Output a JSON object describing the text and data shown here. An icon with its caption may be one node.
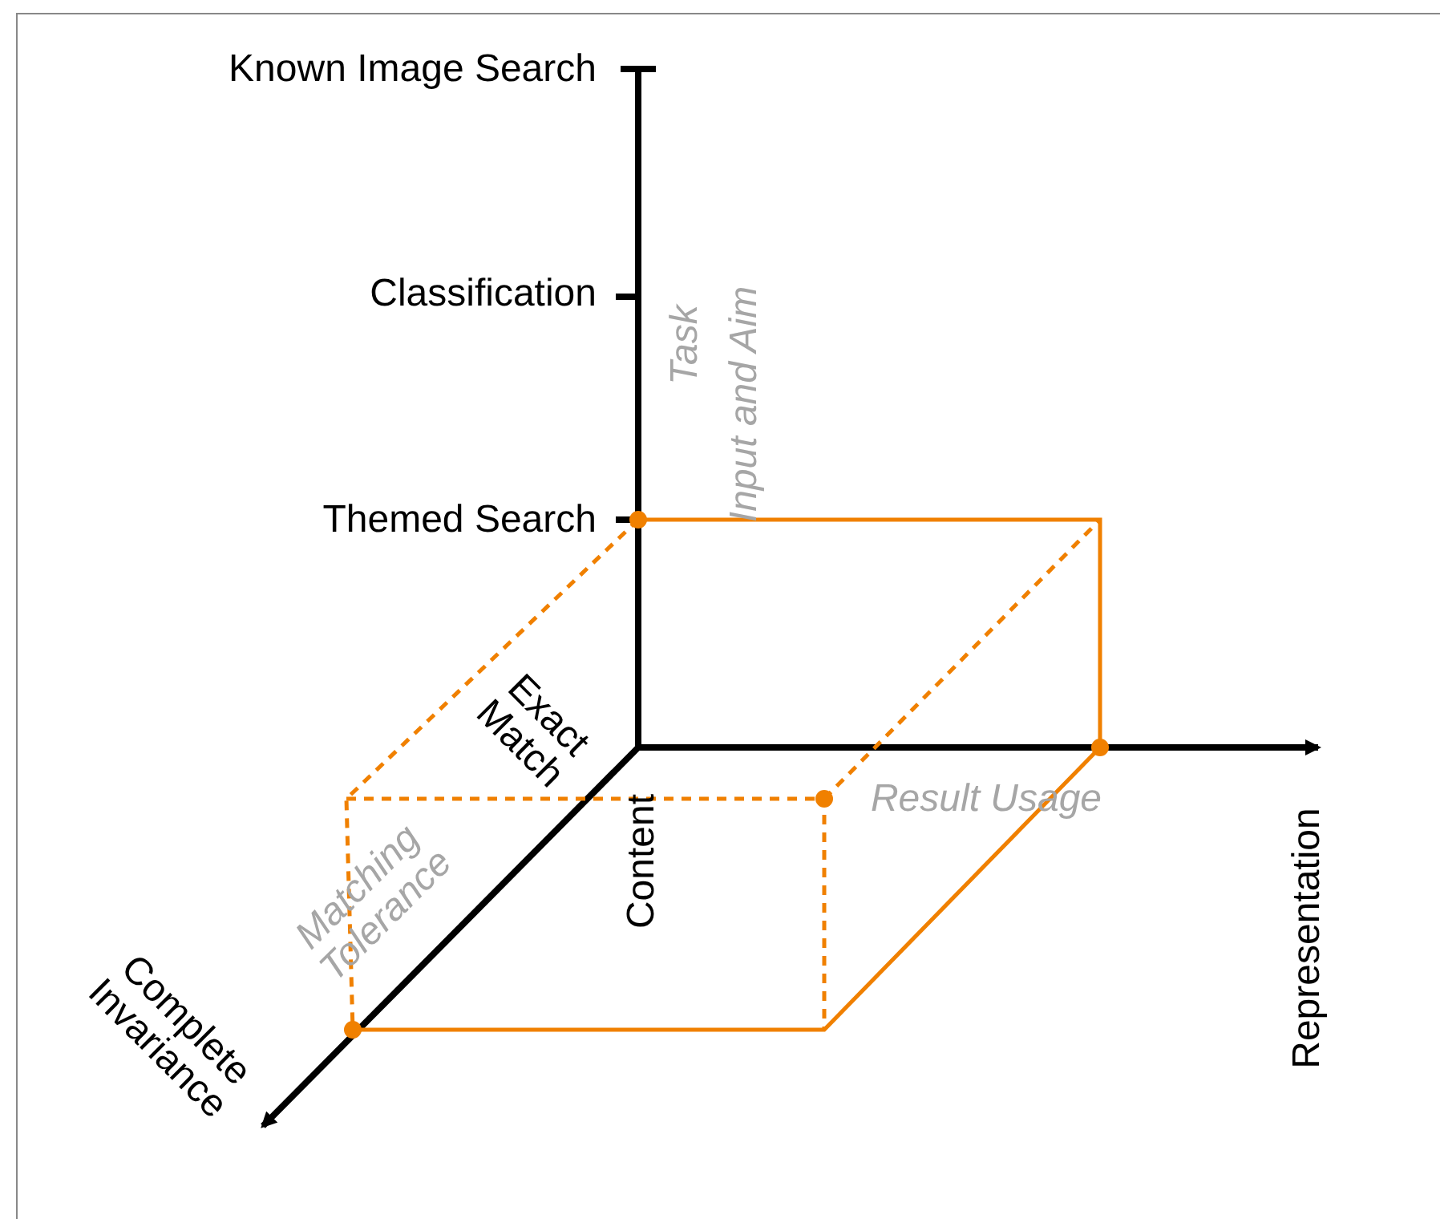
{
  "diagram": {
    "labels": [
      "Known Image Search",
      "Classification",
      "Task",
      "Input and Aim",
      "Themed Search",
      "Exact Match",
      "Result Usage",
      "Matching Tolerance",
      "Content",
      "Representation",
      "Complete Invariance"
    ]
  }
}
